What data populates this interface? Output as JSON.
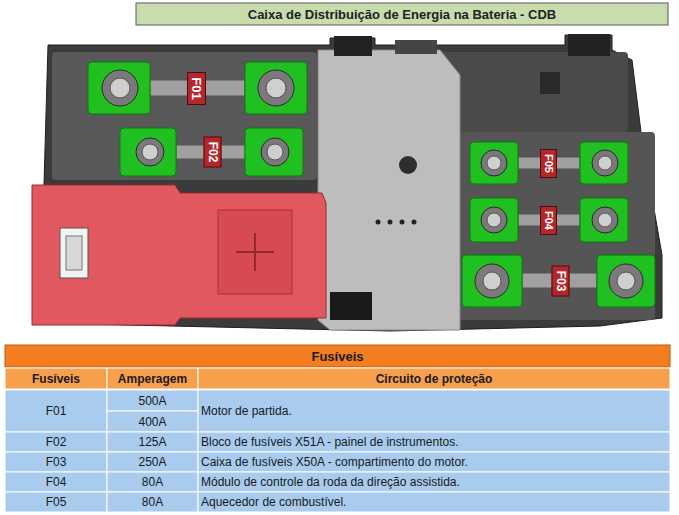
{
  "diagram": {
    "title": "Caixa de Distribuição de Energia na Bateria - CDB",
    "nodes": [
      {
        "text": [
          "F01"
        ]
      },
      {
        "text": [
          "F02"
        ]
      },
      {
        "text": [
          "F05"
        ]
      },
      {
        "text": [
          "F04"
        ]
      },
      {
        "text": [
          "F03"
        ]
      }
    ],
    "labels": [
      "Fusíveis",
      "Fusíveis",
      "Amperagem",
      "Circuito de proteção",
      "F01",
      "500A",
      "400A",
      "Motor de partida.",
      "F02",
      "125A",
      "Bloco de fusíveis X51A - painel de instrumentos.",
      "F03",
      "250A",
      "Caixa de fusíveis X50A - compartimento do motor.",
      "F04",
      "80A",
      "Módulo de controle da roda da direção assistida.",
      "F05",
      "80A",
      "Aquecedor de combustível."
    ]
  }
}
